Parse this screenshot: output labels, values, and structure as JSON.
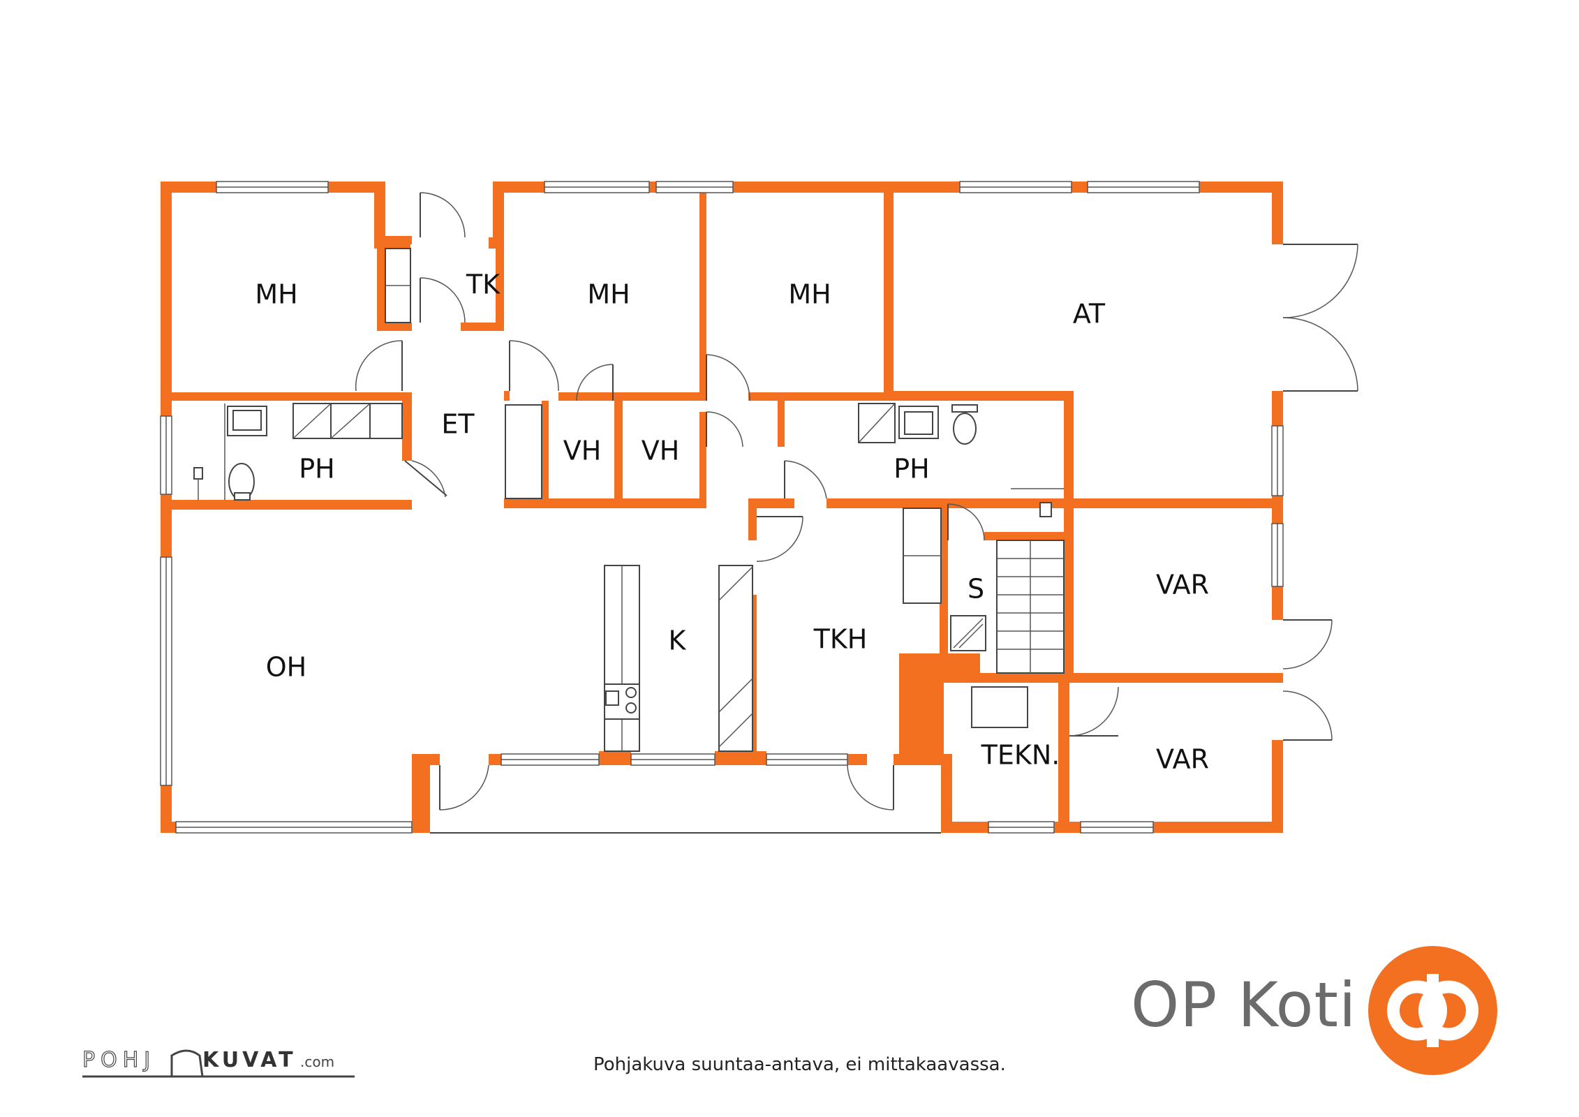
{
  "rooms": {
    "mh1": "MH",
    "tk": "TK",
    "mh2": "MH",
    "mh3": "MH",
    "at": "AT",
    "et": "ET",
    "ph1": "PH",
    "vh1": "VH",
    "vh2": "VH",
    "ph2": "PH",
    "s": "S",
    "var1": "VAR",
    "oh": "OH",
    "k": "K",
    "tkh": "TKH",
    "tekn": "TEKN.",
    "var2": "VAR"
  },
  "footer": {
    "note": "Pohjakuva suuntaa-antava, ei mittakaavassa."
  },
  "brand": {
    "name": "OP Koti",
    "color": "#f37021"
  },
  "pohjakuvat": {
    "left": "POHJ",
    "right": "KUVAT",
    "suffix": ".com"
  },
  "colors": {
    "wall": "#f37021",
    "brand_text": "#6b6b6b"
  }
}
